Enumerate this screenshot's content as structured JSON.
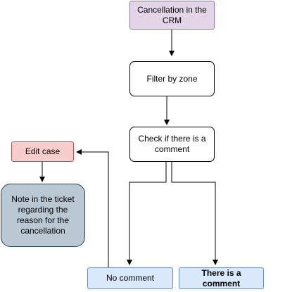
{
  "nodes": {
    "cancellation_crm": {
      "label": "Cancellation in the CRM",
      "fill": "#e1d5e7",
      "stroke": "#9673a6"
    },
    "filter_zone": {
      "label": "Filter by zone",
      "fill": "#ffffff",
      "stroke": "#000000"
    },
    "check_comment": {
      "label": "Check if there is a comment",
      "fill": "#ffffff",
      "stroke": "#000000"
    },
    "edit_case": {
      "label": "Edit case",
      "fill": "#f8cecc",
      "stroke": "#b85450"
    },
    "note_ticket": {
      "label": "Note in the ticket regarding the reason for the cancellation",
      "fill": "#bac8d3",
      "stroke": "#23445d"
    },
    "no_comment": {
      "label": "No comment",
      "fill": "#dae8fc",
      "stroke": "#6c8ebf"
    },
    "has_comment": {
      "label": "There is a comment",
      "fill": "#dae8fc",
      "stroke": "#6c8ebf"
    }
  },
  "edge_color": "#000000"
}
